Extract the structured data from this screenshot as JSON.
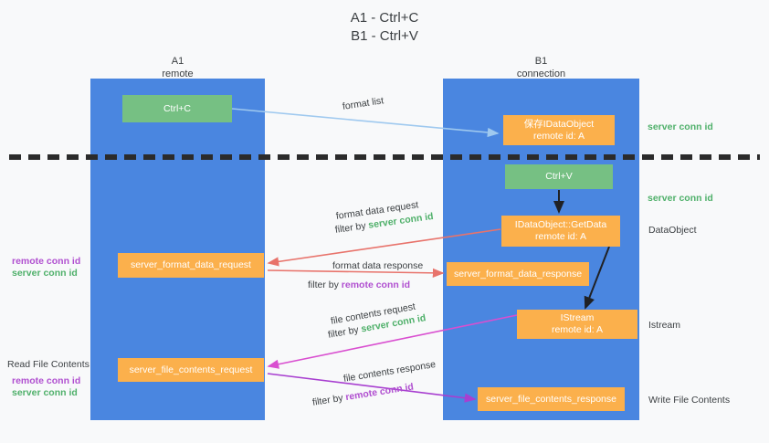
{
  "title": {
    "line1": "A1 - Ctrl+C",
    "line2": "B1 - Ctrl+V"
  },
  "columns": {
    "a": {
      "name": "A1",
      "role": "remote"
    },
    "b": {
      "name": "B1",
      "role": "connection"
    }
  },
  "boxes": {
    "ctrl_c": {
      "label": "Ctrl+C",
      "color": "#76c083"
    },
    "save_idataobject": {
      "label": "保存IDataObject",
      "sub": "remote id: A",
      "color": "#fbb04c"
    },
    "ctrl_v": {
      "label": "Ctrl+V",
      "color": "#76c083"
    },
    "getdata": {
      "label": "IDataObject::GetData",
      "sub": "remote id: A",
      "color": "#fbb04c"
    },
    "server_format_data_request": {
      "label": "server_format_data_request",
      "color": "#fbb04c"
    },
    "server_format_data_response": {
      "label": "server_format_data_response",
      "color": "#fbb04c"
    },
    "istream": {
      "label": "IStream",
      "sub": "remote id: A",
      "color": "#fbb04c"
    },
    "server_file_contents_request": {
      "label": "server_file_contents_request",
      "color": "#fbb04c"
    },
    "server_file_contents_response": {
      "label": "server_file_contents_response",
      "color": "#fbb04c"
    }
  },
  "edge_labels": {
    "format_list": "format list",
    "format_data_request": "format data request",
    "format_data_request_filter_prefix": "filter by",
    "format_data_request_filter_value": "server conn id",
    "format_data_response": "format data response",
    "format_data_response_filter_prefix": "filter by",
    "format_data_response_filter_value": "remote conn id",
    "file_contents_request": "file contents request",
    "file_contents_request_filter_prefix": "filter by",
    "file_contents_request_filter_value": "server conn id",
    "file_contents_response": "file contents response",
    "file_contents_response_filter_prefix": "filter by",
    "file_contents_response_filter_value": "remote conn id"
  },
  "left_annotations": {
    "format_remote": "remote conn id",
    "format_server": "server conn id",
    "read_file_contents": "Read File Contents",
    "file_remote": "remote conn id",
    "file_server": "server conn id"
  },
  "right_annotations": {
    "server_conn_id_top": "server conn id",
    "server_conn_id_mid": "server conn id",
    "dataobject": "DataObject",
    "istream": "Istream",
    "write_file_contents": "Write File Contents"
  },
  "colors": {
    "lane": "#4a86e0",
    "green_box": "#76c083",
    "orange_box": "#fbb04c",
    "green_text": "#4fb06a",
    "purple_text": "#b04fd0",
    "arrow_blue": "#9fc9ef",
    "arrow_red": "#e8736b",
    "arrow_magenta": "#d94fd0",
    "arrow_purple": "#9b3fd0",
    "arrow_black": "#202124",
    "background": "#f8f9fa"
  }
}
